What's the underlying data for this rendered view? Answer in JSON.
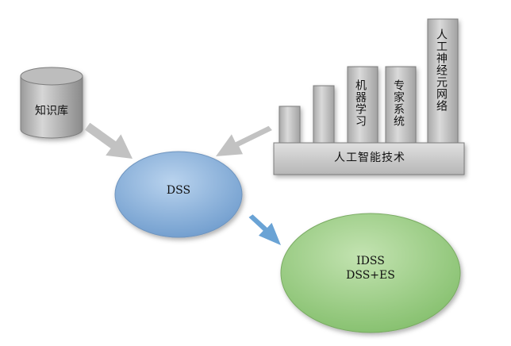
{
  "knowledge_base": {
    "label": "知识库"
  },
  "ai_tech": {
    "base_label": "人工智能技术",
    "machine_learning": "机器学习",
    "expert_system": "专家系统",
    "neural_network": "人工神经元网络"
  },
  "dss": {
    "label": "DSS"
  },
  "idss": {
    "line1": "IDSS",
    "line2": "DSS+ES"
  },
  "colors": {
    "gray_box": "#c4c4c4",
    "arrow_gray": "#c2c2c2",
    "dss_fill": "#8fb5db",
    "idss_fill": "#9ccd87",
    "arrow_blue": "#6aa3d5"
  }
}
